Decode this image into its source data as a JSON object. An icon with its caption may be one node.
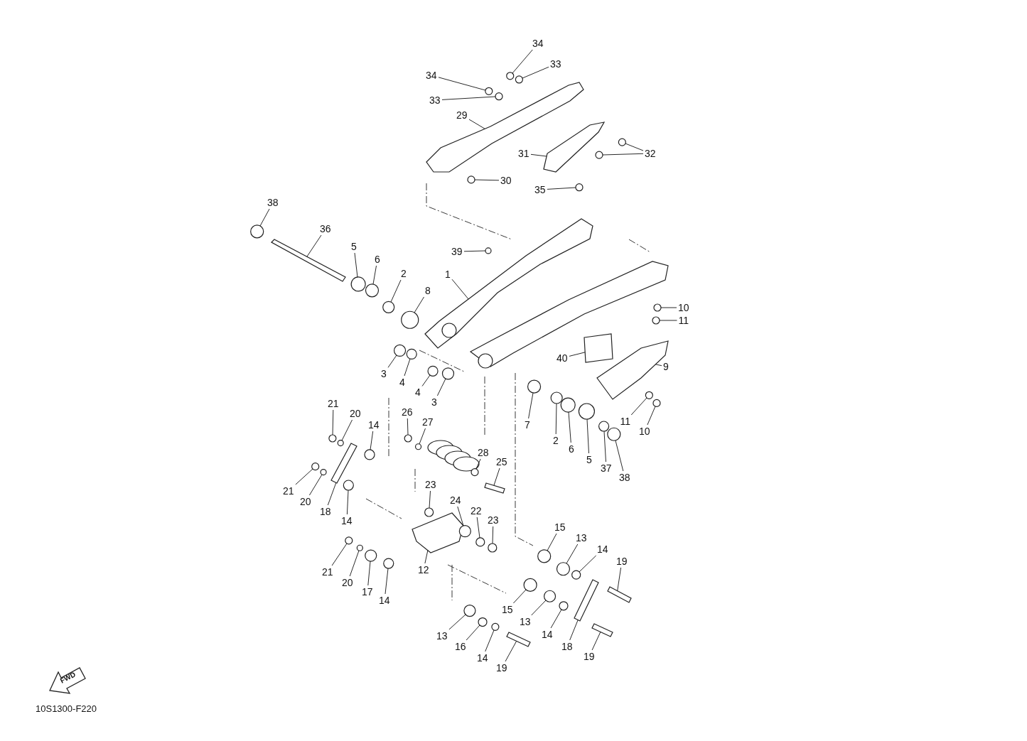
{
  "diagram": {
    "nodes": [
      {
        "text": [
          "34"
        ]
      },
      {
        "text": [
          "33"
        ]
      },
      {
        "text": [
          "34"
        ]
      },
      {
        "text": [
          "33"
        ]
      },
      {
        "text": [
          "29"
        ]
      },
      {
        "text": [
          "31"
        ]
      },
      {
        "text": [
          "32"
        ]
      },
      {
        "text": [
          "30"
        ]
      },
      {
        "text": [
          "35"
        ]
      },
      {
        "text": [
          "38"
        ]
      },
      {
        "text": [
          "36"
        ]
      },
      {
        "text": [
          "5"
        ]
      },
      {
        "text": [
          "6"
        ]
      },
      {
        "text": [
          "39"
        ]
      },
      {
        "text": [
          "2"
        ]
      },
      {
        "text": [
          "8"
        ]
      },
      {
        "text": [
          "1"
        ]
      },
      {
        "text": [
          "10"
        ]
      },
      {
        "text": [
          "11"
        ]
      },
      {
        "text": [
          "40"
        ]
      },
      {
        "text": [
          "9"
        ]
      },
      {
        "text": [
          "3"
        ]
      },
      {
        "text": [
          "4"
        ]
      },
      {
        "text": [
          "4"
        ]
      },
      {
        "text": [
          "3"
        ]
      },
      {
        "text": [
          "7"
        ]
      },
      {
        "text": [
          "2"
        ]
      },
      {
        "text": [
          "6"
        ]
      },
      {
        "text": [
          "5"
        ]
      },
      {
        "text": [
          "37"
        ]
      },
      {
        "text": [
          "38"
        ]
      },
      {
        "text": [
          "11"
        ]
      },
      {
        "text": [
          "10"
        ]
      },
      {
        "text": [
          "21"
        ]
      },
      {
        "text": [
          "20"
        ]
      },
      {
        "text": [
          "14"
        ]
      },
      {
        "text": [
          "26"
        ]
      },
      {
        "text": [
          "27"
        ]
      },
      {
        "text": [
          "28"
        ]
      },
      {
        "text": [
          "25"
        ]
      },
      {
        "text": [
          "21"
        ]
      },
      {
        "text": [
          "20"
        ]
      },
      {
        "text": [
          "18"
        ]
      },
      {
        "text": [
          "14"
        ]
      },
      {
        "text": [
          "23"
        ]
      },
      {
        "text": [
          "24"
        ]
      },
      {
        "text": [
          "22"
        ]
      },
      {
        "text": [
          "23"
        ]
      },
      {
        "text": [
          "12"
        ]
      },
      {
        "text": [
          "15"
        ]
      },
      {
        "text": [
          "13"
        ]
      },
      {
        "text": [
          "14"
        ]
      },
      {
        "text": [
          "21"
        ]
      },
      {
        "text": [
          "20"
        ]
      },
      {
        "text": [
          "17"
        ]
      },
      {
        "text": [
          "14"
        ]
      },
      {
        "text": [
          "19"
        ]
      },
      {
        "text": [
          "15"
        ]
      },
      {
        "text": [
          "13"
        ]
      },
      {
        "text": [
          "14"
        ]
      },
      {
        "text": [
          "18"
        ]
      },
      {
        "text": [
          "19"
        ]
      },
      {
        "text": [
          "13"
        ]
      },
      {
        "text": [
          "16"
        ]
      },
      {
        "text": [
          "14"
        ]
      },
      {
        "text": [
          "19"
        ]
      },
      {
        "text": [],
        "shape": "circle"
      },
      {
        "text": [],
        "shape": "circle"
      },
      {
        "text": [],
        "shape": "circle"
      },
      {
        "text": [],
        "shape": "circle"
      },
      {
        "text": [],
        "shape": "picture"
      },
      {
        "text": [],
        "shape": "picture"
      },
      {
        "text": [],
        "shape": "circle"
      },
      {
        "text": [],
        "shape": "circle"
      },
      {
        "text": [],
        "shape": "circle"
      },
      {
        "text": [],
        "shape": "circle"
      },
      {
        "text": [],
        "shape": "circle"
      },
      {
        "text": [],
        "shape": "picture"
      },
      {
        "text": [],
        "shape": "circle"
      },
      {
        "text": [],
        "shape": "circle"
      },
      {
        "text": [],
        "shape": "circle"
      },
      {
        "text": [],
        "shape": "circle"
      },
      {
        "text": [],
        "shape": "circle"
      },
      {
        "text": [],
        "shape": "picture"
      },
      {
        "text": [],
        "shape": "circle"
      },
      {
        "text": [],
        "shape": "circle"
      },
      {
        "text": [],
        "shape": "box"
      },
      {
        "text": [],
        "shape": "picture"
      },
      {
        "text": [],
        "shape": "circle"
      },
      {
        "text": [],
        "shape": "circle"
      },
      {
        "text": [],
        "shape": "circle"
      },
      {
        "text": [],
        "shape": "circle"
      },
      {
        "text": [],
        "shape": "circle"
      },
      {
        "text": [],
        "shape": "circle"
      },
      {
        "text": [],
        "shape": "circle"
      },
      {
        "text": [],
        "shape": "circle"
      },
      {
        "text": [],
        "shape": "circle"
      },
      {
        "text": [],
        "shape": "circle"
      },
      {
        "text": [],
        "shape": "circle"
      },
      {
        "text": [],
        "shape": "circle"
      },
      {
        "text": [],
        "shape": "circle"
      },
      {
        "text": [],
        "shape": "circle"
      },
      {
        "text": [],
        "shape": "circle"
      },
      {
        "text": [],
        "shape": "circle"
      },
      {
        "text": [],
        "shape": "circle"
      },
      {
        "text": [],
        "shape": "circle"
      },
      {
        "text": [],
        "shape": "bar"
      },
      {
        "text": [],
        "shape": "circle"
      },
      {
        "text": [],
        "shape": "circle"
      },
      {
        "text": [],
        "shape": "picture"
      },
      {
        "text": [],
        "shape": "circle"
      },
      {
        "text": [],
        "shape": "circle"
      },
      {
        "text": [],
        "shape": "circle"
      },
      {
        "text": [],
        "shape": "circle"
      },
      {
        "text": [],
        "shape": "circle"
      },
      {
        "text": [],
        "shape": "picture"
      },
      {
        "text": [],
        "shape": "circle"
      },
      {
        "text": [],
        "shape": "circle"
      },
      {
        "text": [],
        "shape": "circle"
      },
      {
        "text": [],
        "shape": "circle"
      },
      {
        "text": [],
        "shape": "circle"
      },
      {
        "text": [],
        "shape": "circle"
      },
      {
        "text": [],
        "shape": "circle"
      },
      {
        "text": [],
        "shape": "bar"
      },
      {
        "text": [],
        "shape": "circle"
      },
      {
        "text": [],
        "shape": "circle"
      },
      {
        "text": [],
        "shape": "circle"
      },
      {
        "text": [],
        "shape": "picture"
      },
      {
        "text": [],
        "shape": "bar"
      },
      {
        "text": [],
        "shape": "circle"
      },
      {
        "text": [],
        "shape": "circle"
      },
      {
        "text": [],
        "shape": "circle"
      },
      {
        "text": [],
        "shape": "bar"
      }
    ],
    "edges": [
      {
        "from": 0,
        "to": 66,
        "arrow": "none"
      },
      {
        "from": 1,
        "to": 67,
        "arrow": "none"
      },
      {
        "from": 2,
        "to": 68,
        "arrow": "none"
      },
      {
        "from": 3,
        "to": 69,
        "arrow": "none"
      },
      {
        "from": 4,
        "to": 70,
        "arrow": "none"
      },
      {
        "from": 5,
        "to": 71,
        "arrow": "none"
      },
      {
        "from": 6,
        "to": 72,
        "arrow": "none"
      },
      {
        "from": 6,
        "to": 73,
        "arrow": "none"
      },
      {
        "from": 7,
        "to": 74,
        "arrow": "none"
      },
      {
        "from": 8,
        "to": 75,
        "arrow": "none"
      },
      {
        "from": 9,
        "to": 76,
        "arrow": "none"
      },
      {
        "from": 10,
        "to": 77,
        "arrow": "none"
      },
      {
        "from": 11,
        "to": 78,
        "arrow": "none"
      },
      {
        "from": 12,
        "to": 79,
        "arrow": "none"
      },
      {
        "from": 13,
        "to": 80,
        "arrow": "none"
      },
      {
        "from": 14,
        "to": 81,
        "arrow": "none"
      },
      {
        "from": 15,
        "to": 82,
        "arrow": "none"
      },
      {
        "from": 16,
        "to": 83,
        "arrow": "none"
      },
      {
        "from": 17,
        "to": 84,
        "arrow": "none"
      },
      {
        "from": 18,
        "to": 85,
        "arrow": "none"
      },
      {
        "from": 19,
        "to": 86,
        "arrow": "none"
      },
      {
        "from": 20,
        "to": 87,
        "arrow": "none"
      },
      {
        "from": 21,
        "to": 88,
        "arrow": "none"
      },
      {
        "from": 22,
        "to": 89,
        "arrow": "none"
      },
      {
        "from": 23,
        "to": 90,
        "arrow": "none"
      },
      {
        "from": 24,
        "to": 91,
        "arrow": "none"
      },
      {
        "from": 25,
        "to": 92,
        "arrow": "none"
      },
      {
        "from": 26,
        "to": 93,
        "arrow": "none"
      },
      {
        "from": 27,
        "to": 94,
        "arrow": "none"
      },
      {
        "from": 28,
        "to": 95,
        "arrow": "none"
      },
      {
        "from": 29,
        "to": 96,
        "arrow": "none"
      },
      {
        "from": 30,
        "to": 97,
        "arrow": "none"
      },
      {
        "from": 31,
        "to": 98,
        "arrow": "none"
      },
      {
        "from": 32,
        "to": 99,
        "arrow": "none"
      },
      {
        "from": 33,
        "to": 100,
        "arrow": "none"
      },
      {
        "from": 34,
        "to": 101,
        "arrow": "none"
      },
      {
        "from": 35,
        "to": 102,
        "arrow": "none"
      },
      {
        "from": 36,
        "to": 103,
        "arrow": "none"
      },
      {
        "from": 37,
        "to": 104,
        "arrow": "none"
      },
      {
        "from": 38,
        "to": 105,
        "arrow": "none"
      },
      {
        "from": 39,
        "to": 106,
        "arrow": "none"
      },
      {
        "from": 40,
        "to": 107,
        "arrow": "none"
      },
      {
        "from": 41,
        "to": 108,
        "arrow": "none"
      },
      {
        "from": 42,
        "to": 109,
        "arrow": "none"
      },
      {
        "from": 43,
        "to": 110,
        "arrow": "none"
      },
      {
        "from": 44,
        "to": 111,
        "arrow": "none"
      },
      {
        "from": 45,
        "to": 112,
        "arrow": "none"
      },
      {
        "from": 46,
        "to": 113,
        "arrow": "none"
      },
      {
        "from": 47,
        "to": 114,
        "arrow": "none"
      },
      {
        "from": 48,
        "to": 115,
        "arrow": "none"
      },
      {
        "from": 49,
        "to": 116,
        "arrow": "none"
      },
      {
        "from": 50,
        "to": 117,
        "arrow": "none"
      },
      {
        "from": 51,
        "to": 118,
        "arrow": "none"
      },
      {
        "from": 52,
        "to": 119,
        "arrow": "none"
      },
      {
        "from": 53,
        "to": 120,
        "arrow": "none"
      },
      {
        "from": 54,
        "to": 121,
        "arrow": "none"
      },
      {
        "from": 55,
        "to": 122,
        "arrow": "none"
      },
      {
        "from": 56,
        "to": 123,
        "arrow": "none"
      },
      {
        "from": 57,
        "to": 124,
        "arrow": "none"
      },
      {
        "from": 58,
        "to": 125,
        "arrow": "none"
      },
      {
        "from": 59,
        "to": 126,
        "arrow": "none"
      },
      {
        "from": 60,
        "to": 127,
        "arrow": "none"
      },
      {
        "from": 61,
        "to": 128,
        "arrow": "none"
      },
      {
        "from": 62,
        "to": 129,
        "arrow": "none"
      },
      {
        "from": 63,
        "to": 130,
        "arrow": "none"
      },
      {
        "from": 64,
        "to": 131,
        "arrow": "none"
      },
      {
        "from": 65,
        "to": 132,
        "arrow": "none"
      }
    ],
    "labels": [
      "FWD",
      "10S1300-F220"
    ]
  }
}
